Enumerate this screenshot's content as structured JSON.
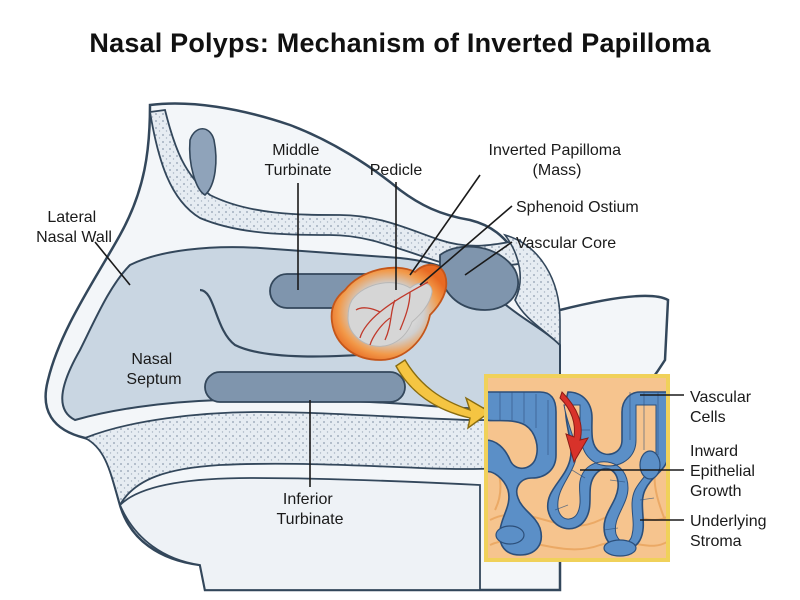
{
  "title": "Nasal Polyps: Mechanism of Inverted Papilloma",
  "labels": {
    "lateral_nasal_wall": [
      "Lateral",
      "Nasal Wall"
    ],
    "middle_turbinate": [
      "Middle",
      "Turbinate"
    ],
    "pedicle": [
      "Pedicle"
    ],
    "inverted_papilloma": [
      "Inverted Papilloma",
      "(Mass)"
    ],
    "sphenoid_ostium": [
      "Sphenoid Ostium"
    ],
    "vascular_core": [
      "Vascular Core"
    ],
    "nasal_septum": [
      "Nasal",
      "Septum"
    ],
    "inferior_turbinate": [
      "Inferior",
      "Turbinate"
    ],
    "vascular_cells": [
      "Vascular",
      "Cells"
    ],
    "inward_epithelial_growth": [
      "Inward",
      "Epithelial",
      "Growth"
    ],
    "underlying_stroma": [
      "Underlying",
      "Stroma"
    ]
  },
  "colors": {
    "bone_fill": "#dfe6ee",
    "bone_dots": "#9aa7b6",
    "cavity": "#c9d6e2",
    "turbinate": "#7f95ad",
    "mass_outer": "#f08a3c",
    "mass_inner": "#d9d9d9",
    "vessel": "#c0392b",
    "inset_bg": "#f6c48e",
    "inset_border": "#f0d15a",
    "epithelium": "#5b8fc7",
    "arrow": "#f5c542"
  }
}
